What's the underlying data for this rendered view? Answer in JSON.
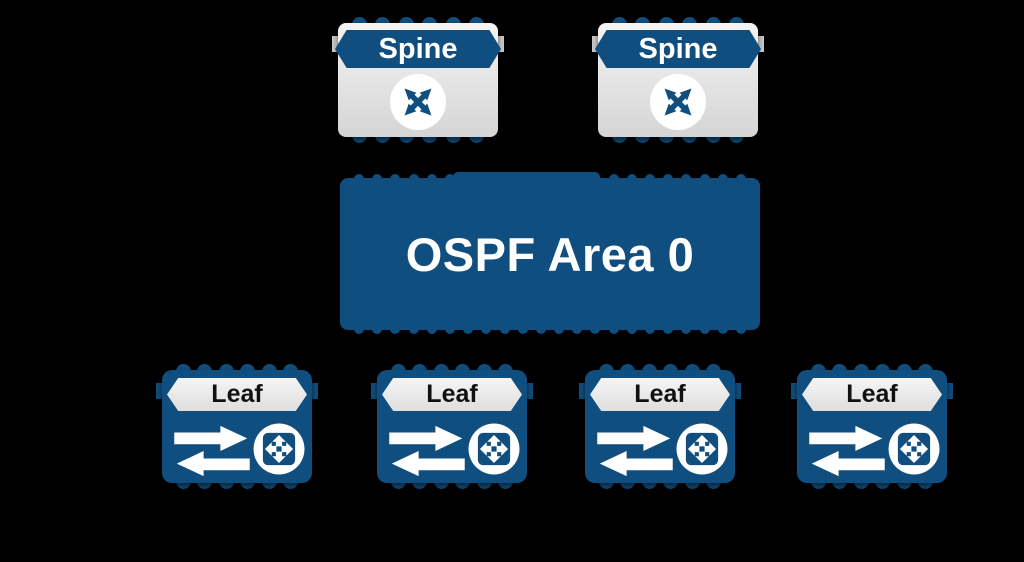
{
  "diagram": {
    "background": "#000000",
    "colors": {
      "primary_blue": "#0F4E7E",
      "node_gray_top": "#F4F4F4",
      "node_gray_bottom": "#D5D5D5",
      "banner_white": "#F5F5F5",
      "banner_white_bottom": "#DEDEDE",
      "side_tab_gray": "#C9C9C9",
      "text_light": "#FFFFFF",
      "text_dark": "#111111"
    },
    "spines": [
      {
        "label": "Spine",
        "icon": "four-way-cross-arrows-icon"
      },
      {
        "label": "Spine",
        "icon": "four-way-cross-arrows-icon"
      }
    ],
    "area": {
      "label": "OSPF Area 0"
    },
    "leaves": [
      {
        "label": "Leaf",
        "icons": [
          "bidirectional-traffic-arrows-icon",
          "switch-cross-arrows-icon"
        ]
      },
      {
        "label": "Leaf",
        "icons": [
          "bidirectional-traffic-arrows-icon",
          "switch-cross-arrows-icon"
        ]
      },
      {
        "label": "Leaf",
        "icons": [
          "bidirectional-traffic-arrows-icon",
          "switch-cross-arrows-icon"
        ]
      },
      {
        "label": "Leaf",
        "icons": [
          "bidirectional-traffic-arrows-icon",
          "switch-cross-arrows-icon"
        ]
      }
    ]
  }
}
